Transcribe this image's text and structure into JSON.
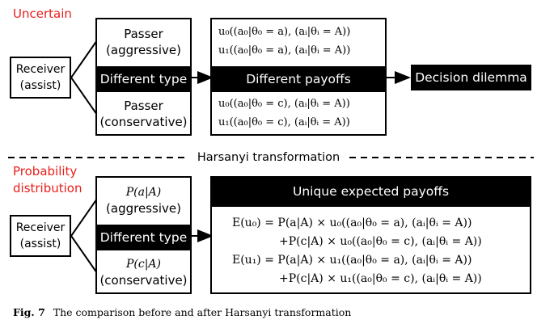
{
  "top": {
    "tag": "Uncertain",
    "receiver": [
      "Receiver",
      "(assist)"
    ],
    "passer_aggressive": [
      "Passer",
      "(aggressive)"
    ],
    "passer_conservative": [
      "Passer",
      "(conservative)"
    ],
    "different_type": "Different type",
    "payoffs_title": "Different payoffs",
    "payoffs_a": [
      "u₀((a₀|θ₀ = a), (aᵢ|θᵢ = A))",
      "u₁((a₀|θ₀ = a), (aᵢ|θᵢ = A))"
    ],
    "payoffs_c": [
      "u₀((a₀|θ₀ = c), (aᵢ|θᵢ = A))",
      "u₁((a₀|θ₀ = c), (aᵢ|θᵢ = A))"
    ],
    "dilemma": "Decision dilemma"
  },
  "divider": "Harsanyi transformation",
  "bottom": {
    "tag": [
      "Probability",
      "distribution"
    ],
    "receiver": [
      "Receiver",
      "(assist)"
    ],
    "prob_aggressive": [
      "P(a|A)",
      "(aggressive)"
    ],
    "prob_conservative": [
      "P(c|A)",
      "(conservative)"
    ],
    "different_type": "Different type",
    "expected_title": "Unique expected payoffs",
    "equations": [
      "E(u₀) = P(a|A) × u₀((a₀|θ₀ = a), (aᵢ|θᵢ = A))",
      "+P(c|A) × u₀((a₀|θ₀ = c), (aᵢ|θᵢ = A))",
      "E(u₁) = P(a|A) × u₁((a₀|θ₀ = a), (aᵢ|θᵢ = A))",
      "+P(c|A) × u₁((a₀|θ₀ = c), (aᵢ|θᵢ = A))"
    ]
  },
  "caption": {
    "label": "Fig. 7",
    "text": "The comparison before and after Harsanyi transformation"
  }
}
